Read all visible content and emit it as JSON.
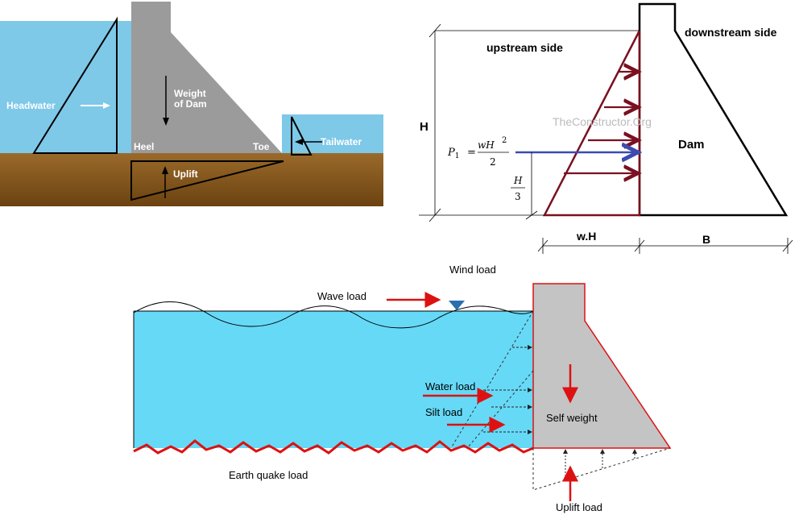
{
  "panel1": {
    "headwater": "Headwater",
    "weight_line1": "Weight",
    "weight_line2": "of Dam",
    "heel": "Heel",
    "toe": "Toe",
    "tailwater": "Tailwater",
    "uplift": "Uplift",
    "colors": {
      "water": "#7ec8e8",
      "dam": "#9b9b9b",
      "soil": "#8a5a1f",
      "text": "#ffffff"
    }
  },
  "panel2": {
    "upstream": "upstream side",
    "downstream": "downstream side",
    "watermark": "TheConstructor.Org",
    "dam": "Dam",
    "H": "H",
    "P1": "P",
    "P1_sub": "1",
    "eq": "=",
    "wH": "wH",
    "sq": "2",
    "den": "2",
    "H3_num": "H",
    "H3_den": "3",
    "wH_dim": "w.H",
    "B": "B",
    "colors": {
      "arrow": "#7a1020",
      "resultant": "#3b4bb0",
      "dam": "#000000"
    }
  },
  "panel3": {
    "wind": "Wind load",
    "wave": "Wave load",
    "water": "Water load",
    "silt": "Silt load",
    "self_weight": "Self weight",
    "earthquake": "Earth quake load",
    "uplift": "Uplift load",
    "colors": {
      "water": "#66d9f7",
      "dam": "#c4c4c4",
      "load": "#dd1111"
    }
  }
}
